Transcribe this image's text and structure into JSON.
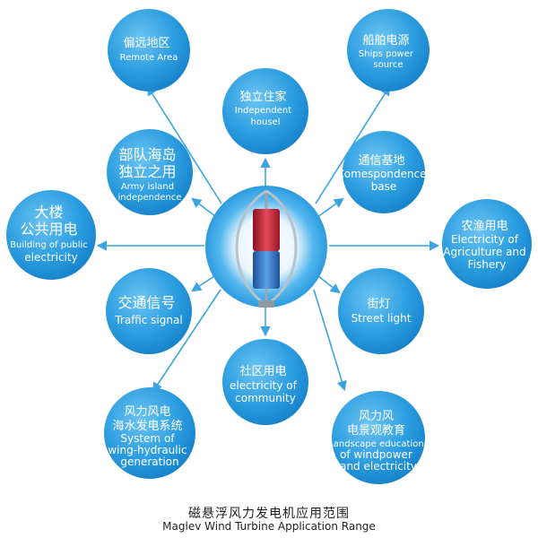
{
  "center": {
    "icon": "vertical-maglev-wind-turbine"
  },
  "nodes": [
    {
      "id": "remote-area",
      "zh": "偏远地区",
      "en": [
        "Remote Area"
      ]
    },
    {
      "id": "ships-power",
      "zh": "船舶电源",
      "en": [
        "Ships power",
        "source"
      ]
    },
    {
      "id": "independent-house",
      "zh": "独立住家",
      "en": [
        "Independent",
        "housel"
      ]
    },
    {
      "id": "army-island",
      "zh": [
        "部队海岛",
        "独立之用"
      ],
      "en": [
        "Army island",
        "independence"
      ]
    },
    {
      "id": "correspondence-base",
      "zh": "通信基地",
      "en": [
        "Comespondence",
        "base"
      ]
    },
    {
      "id": "public-building",
      "zh": [
        "大楼",
        "公共用电"
      ],
      "en": [
        "Building of public",
        "electricity"
      ]
    },
    {
      "id": "agriculture-fishery",
      "zh": "农渔用电",
      "en": [
        "Electricity of",
        "Agriculture and",
        "Fishery"
      ]
    },
    {
      "id": "traffic-signal",
      "zh": "交通信号",
      "en": [
        "Traffic signal"
      ]
    },
    {
      "id": "street-light",
      "zh": "街灯",
      "en": [
        "Street light"
      ]
    },
    {
      "id": "community",
      "zh": "社区用电",
      "en": [
        "electricity of",
        "community"
      ]
    },
    {
      "id": "wind-hydraulic",
      "zh": [
        "风力风电",
        "海水发电系统"
      ],
      "en": [
        "System of",
        "wing-hydraulic",
        "generation"
      ]
    },
    {
      "id": "landscape-education",
      "zh": [
        "风力风",
        "电景观教育"
      ],
      "en": [
        "Landscape education",
        "of windpower",
        "and electricity"
      ]
    }
  ],
  "caption": {
    "zh": "磁悬浮风力发电机应用范围",
    "en": "Maglev Wind Turbine Application Range"
  },
  "colors": {
    "bubble_light": "#4fb3ea",
    "bubble_dark": "#1a8fd8",
    "arrow": "#3aa3e2",
    "turbine_red": "#c8283a",
    "turbine_blue": "#2a6fc2"
  }
}
